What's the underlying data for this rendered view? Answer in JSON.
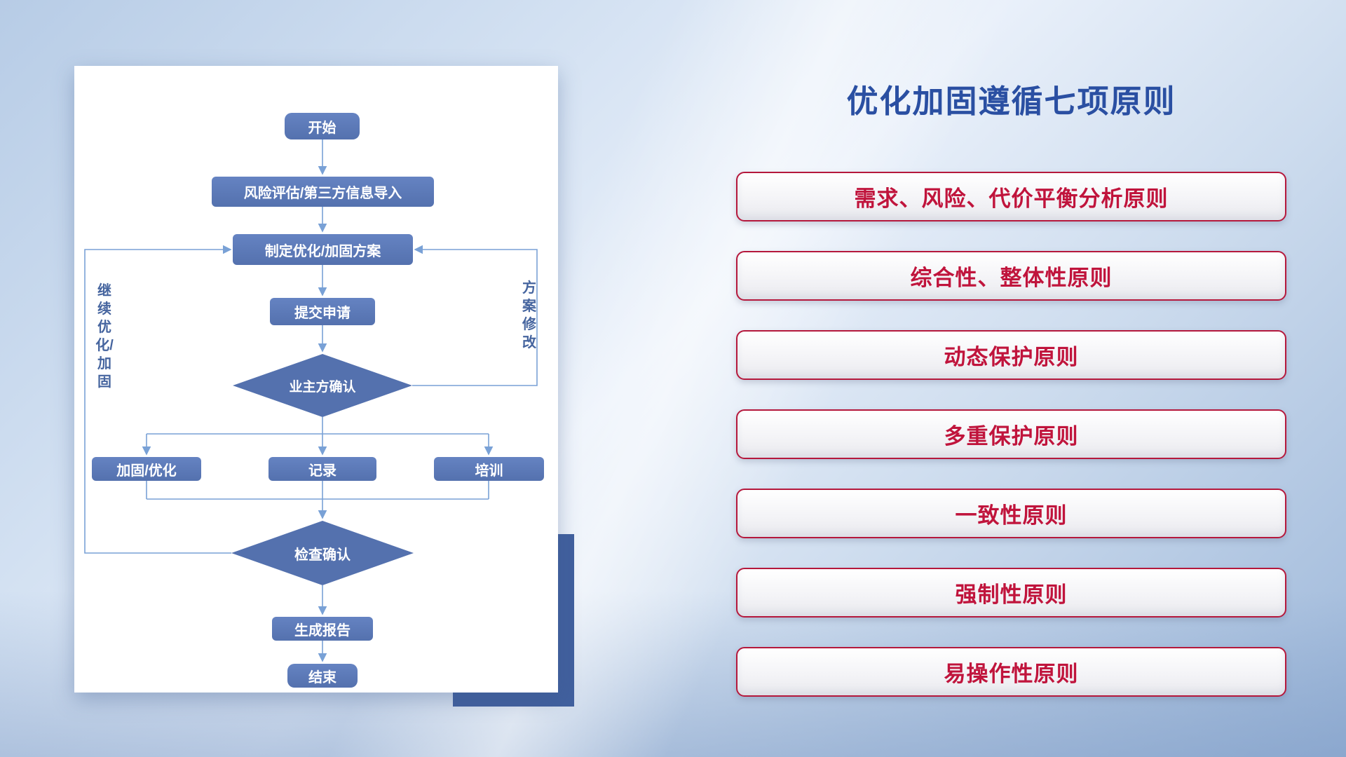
{
  "title": "优化加固遵循七项原则",
  "principles": [
    "需求、风险、代价平衡分析原则",
    "综合性、整体性原则",
    "动态保护原则",
    "多重保护原则",
    "一致性原则",
    "强制性原则",
    "易操作性原则"
  ],
  "flowchart": {
    "nodes": {
      "start": "开始",
      "risk_import": "风险评估/第三方信息导入",
      "make_plan": "制定优化/加固方案",
      "submit": "提交申请",
      "owner_confirm": "业主方确认",
      "harden": "加固/优化",
      "record": "记录",
      "training": "培训",
      "check_confirm": "检查确认",
      "report": "生成报告",
      "end": "结束"
    },
    "side_labels": {
      "continue_loop": "继续优化/加固",
      "modify_loop": "方案修改"
    }
  },
  "colors": {
    "title_blue": "#2a4fa2",
    "principle_red": "#c0143c",
    "node_blue": "#5b77b6",
    "connector_blue": "#79a1d6",
    "accent_rect_blue": "#41609e"
  }
}
